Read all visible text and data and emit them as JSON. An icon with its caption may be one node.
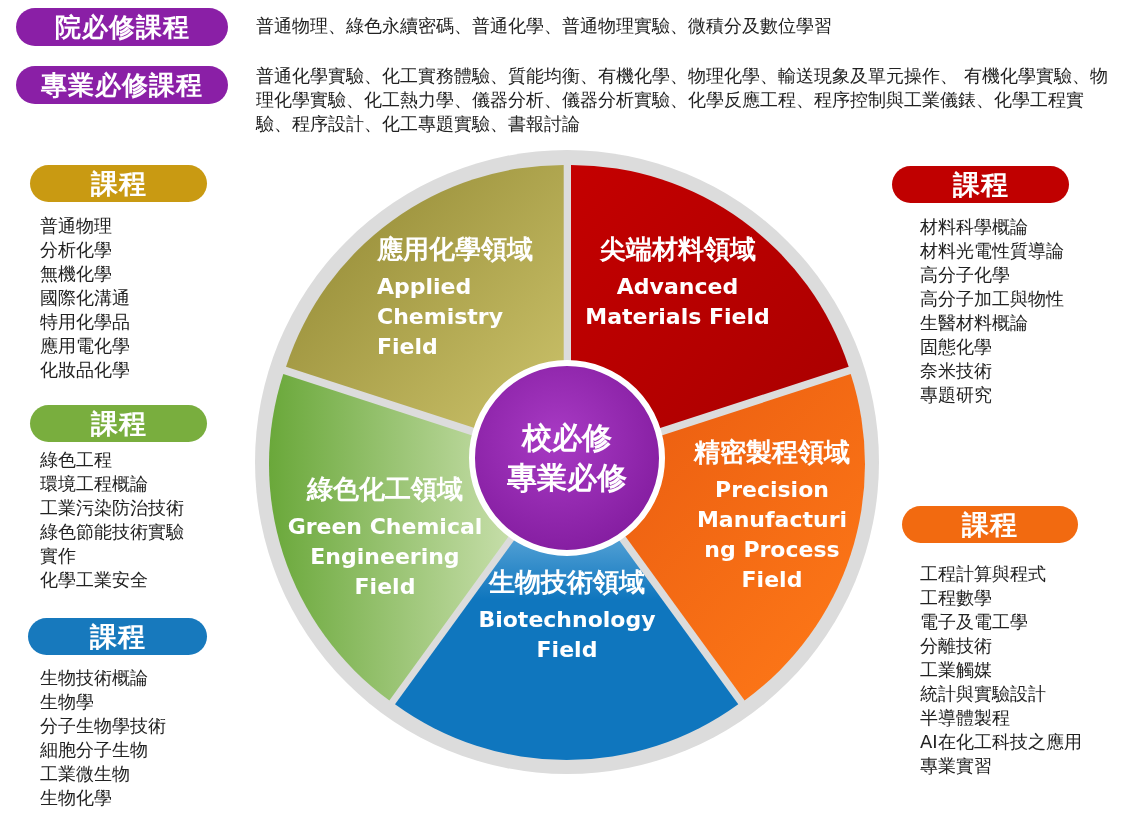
{
  "diagram": {
    "nodes": [
      {
        "text": [
          "院必修課程"
        ],
        "beside": [
          "普通物理、綠色永續密碼、普通化學、普通物理實驗、微積分及數位學習"
        ]
      },
      {
        "text": [
          "專業必修課程"
        ],
        "beside": [
          "普通化學實驗、化工實務體驗、質能均衡、有機化學、物理化學、輸送現象及單元操作、 有機化學實驗、物理化學實驗、化工熱力學、儀器分析、儀器分析實驗、化學反應工程、程序控制與工業儀錶、化學工程實驗、程序設計、化工專題實驗、書報討論"
        ]
      },
      {
        "text": [
          "校必修",
          "專業必修"
        ]
      },
      {
        "text": [
          "應用化學領域",
          "Applied Chemistry Field"
        ]
      },
      {
        "text": [
          "尖端材料領域",
          "Advanced Materials Field"
        ]
      },
      {
        "text": [
          "精密製程領域",
          "Precision Manufacturing Process Field"
        ]
      },
      {
        "text": [
          "生物技術領域",
          "Biotechnology Field"
        ]
      },
      {
        "text": [
          "綠色化工領域",
          "Green Chemical Engineering Field"
        ]
      },
      {
        "text": [
          "課程"
        ],
        "beside": [
          "普通物理",
          "分析化學",
          "無機化學",
          "國際化溝通",
          "特用化學品",
          "應用電化學",
          "化妝品化學"
        ]
      },
      {
        "text": [
          "課程"
        ],
        "beside": [
          "綠色工程",
          "環境工程概論",
          "工業污染防治技術",
          "綠色節能技術實驗",
          "實作",
          "化學工業安全"
        ]
      },
      {
        "text": [
          "課程"
        ],
        "beside": [
          "生物技術概論",
          "生物學",
          "分子生物學技術",
          "細胞分子生物",
          "工業微生物",
          "生物化學"
        ]
      },
      {
        "text": [
          "課程"
        ],
        "beside": [
          "材料科學概論",
          "材料光電性質導論",
          "高分子化學",
          "高分子加工與物性",
          "生醫材料概論",
          "固態化學",
          "奈米技術",
          "專題研究"
        ]
      },
      {
        "text": [
          "課程"
        ],
        "beside": [
          "工程計算與程式",
          "工程數學",
          "電子及電工學",
          "分離技術",
          "工業觸媒",
          "統計與實驗設計",
          "半導體製程",
          "AI在化工科技之應用",
          "專業實習"
        ]
      }
    ]
  }
}
